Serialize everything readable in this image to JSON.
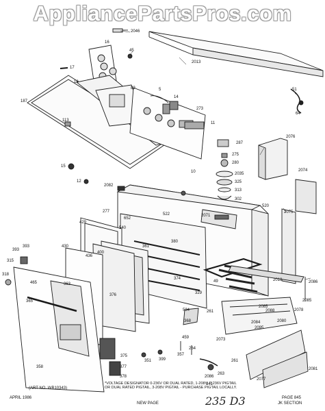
{
  "watermark": "AppliancePartsPros.com",
  "part_labels": {
    "p2046": "2046",
    "p16": "16",
    "p45": "45",
    "p17": "17",
    "p2013": "2013",
    "p18": "18",
    "p89": "89",
    "p5": "5",
    "p14": "14",
    "p51": "51",
    "p64": "64",
    "p187": "187",
    "p113": "113",
    "p273": "273",
    "p11": "11",
    "p287": "287",
    "p275": "275",
    "p280": "280",
    "p2076": "2076",
    "p15": "15",
    "p10": "10",
    "p2035": "2035",
    "p325": "325",
    "p2074": "2074",
    "p12": "12",
    "p2082": "2082",
    "p313": "313",
    "p302": "302",
    "p520": "520",
    "p277": "277",
    "p522": "522",
    "p652": "652",
    "p2071": "2071",
    "p2075": "2075",
    "p429": "429",
    "p540": "540",
    "p430": "430",
    "p393a": "393",
    "p393b": "393",
    "p436": "436",
    "p400": "400",
    "p361": "361",
    "p380": "380",
    "p315": "315",
    "p374": "374",
    "p318": "318",
    "p465": "465",
    "p363": "363",
    "p49": "49",
    "p2018": "2018",
    "p2086": "2086",
    "p365": "365",
    "p329": "329",
    "p2085a": "2085",
    "p2085b": "2085",
    "p376": "376",
    "p2078": "2078",
    "p534": "534",
    "p261a": "261",
    "p2088": "2088",
    "p2080": "2080",
    "p2084": "2084",
    "p2095": "2095",
    "p368": "368",
    "p459": "459",
    "p2073": "2073",
    "p375": "375",
    "p351": "351",
    "p399": "399",
    "p357": "357",
    "p264": "264",
    "p261b": "261",
    "p377": "377",
    "p358": "358",
    "p378": "378",
    "p2086b": "2086",
    "p263": "263",
    "p2077": "2077",
    "p2081": "2081",
    "p341": "341"
  },
  "footer": {
    "art_no": "(ART NO. WB10343)",
    "note": "*VOLTAGE DESIGNATOR 0-236V OR DUAL RATED, 1-208V, 2-236V PIGTAIL OR DUAL RATED PIGTAIL, 3-208V PIGTAIL - PURCHASE PIGTAIL LOCALLY.",
    "date": "APRIL 1986",
    "new_page": "NEW PAGE",
    "handwritten": "235 D3",
    "page": "PAGE 845",
    "section": "JK SECTION"
  }
}
